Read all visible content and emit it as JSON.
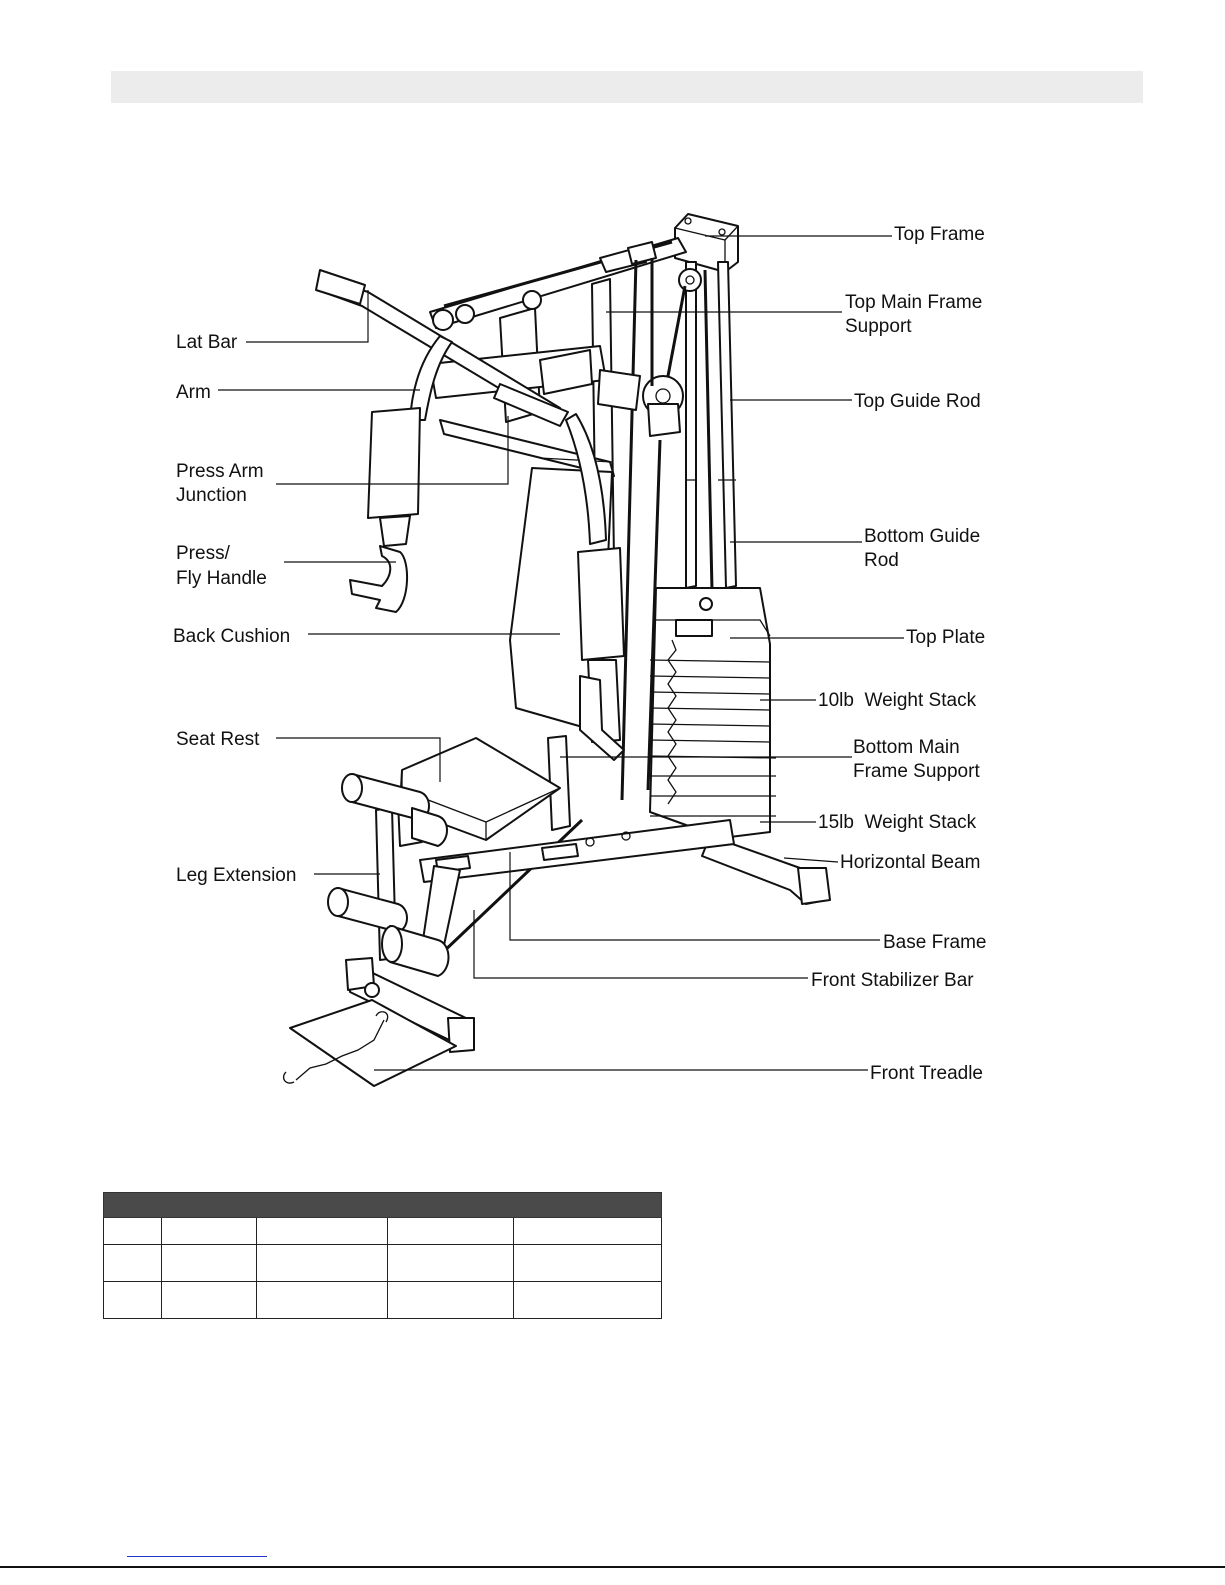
{
  "labels": {
    "top_frame": "Top Frame",
    "top_main_frame_support_1": "Top Main Frame",
    "top_main_frame_support_2": "Support",
    "top_guide_rod": "Top Guide Rod",
    "bottom_guide_rod_1": "Bottom Guide",
    "bottom_guide_rod_2": "Rod",
    "top_plate": "Top Plate",
    "weight_stack_10": "10lb  Weight Stack",
    "bottom_main_frame_support_1": "Bottom Main",
    "bottom_main_frame_support_2": "Frame Support",
    "weight_stack_15": "15lb  Weight Stack",
    "horizontal_beam": "Horizontal Beam",
    "base_frame": "Base Frame",
    "front_stabilizer_bar": "Front Stabilizer Bar",
    "front_treadle": "Front Treadle",
    "lat_bar": "Lat Bar",
    "arm": "Arm",
    "press_arm_junction_1": "Press Arm",
    "press_arm_junction_2": "Junction",
    "press_fly_handle_1": "Press/",
    "press_fly_handle_2": "Fly Handle",
    "back_cushion": "Back Cushion",
    "seat_rest": "Seat Rest",
    "leg_extension": "Leg Extension"
  },
  "table": {
    "rows": [
      [
        "",
        "",
        "",
        "",
        ""
      ],
      [
        "",
        "",
        "",
        "",
        ""
      ],
      [
        "",
        "",
        "",
        "",
        ""
      ]
    ]
  }
}
